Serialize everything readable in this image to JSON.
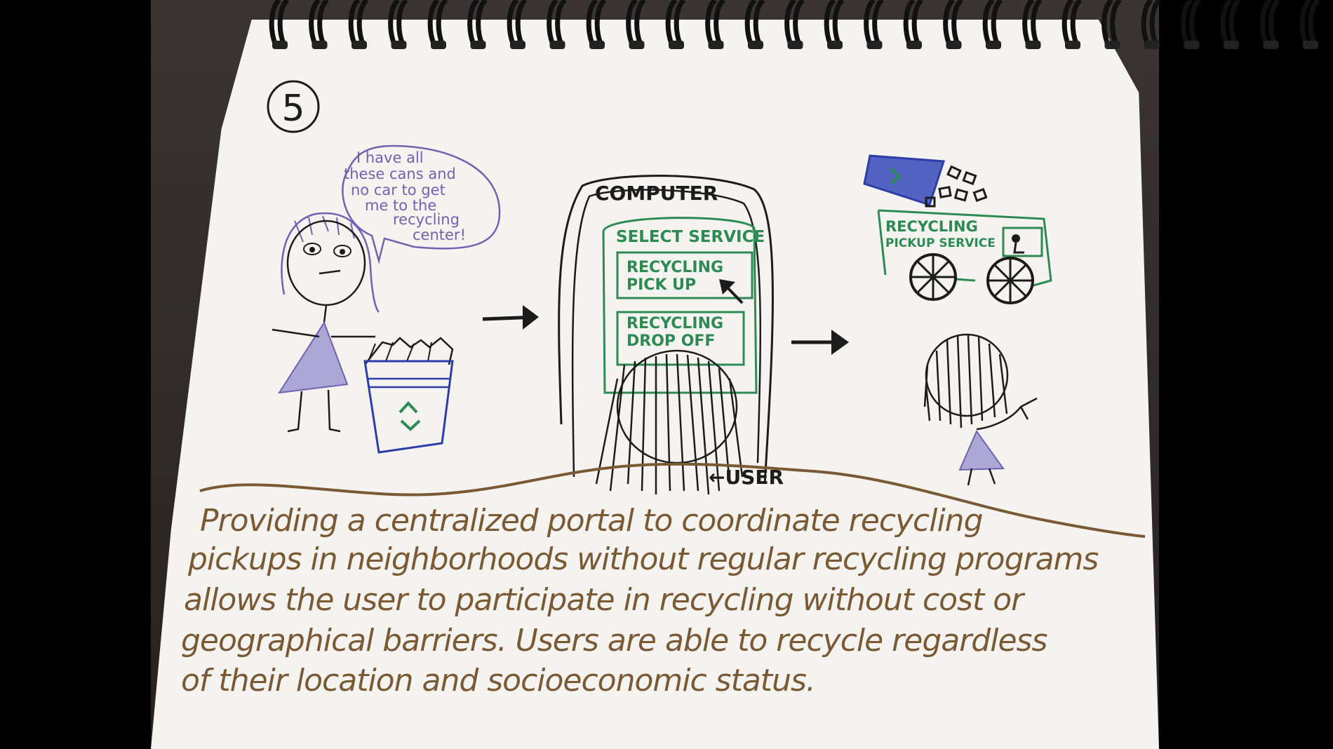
{
  "sketch": {
    "page_number": "5",
    "speech_bubble": [
      "I have all",
      "these cans and",
      "no car to get",
      "me to the",
      "recycling",
      "center!"
    ],
    "computer": {
      "title": "COMPUTER",
      "screen_header": "SELECT SERVICE",
      "option1": [
        "RECYCLING",
        "PICK UP"
      ],
      "option2": [
        "RECYCLING",
        "DROP OFF"
      ],
      "user_label": "←USER"
    },
    "truck": {
      "label": [
        "RECYCLING",
        "PICKUP SERVICE"
      ]
    },
    "caption": [
      "Providing a centralized portal to coordinate recycling",
      "pickups in neighborhoods without regular recycling programs",
      "allows the user to participate in recycling without cost or",
      "geographical barriers. Users are able to recycle regardless",
      "of their location and socioeconomic status."
    ],
    "colors": {
      "ink_black": "#1c1c1c",
      "ink_purple": "#6f63b0",
      "ink_blue": "#2d3ea8",
      "ink_green": "#2e8a55",
      "ink_brown": "#7a5a35",
      "paper": "#f4f3ef"
    }
  }
}
